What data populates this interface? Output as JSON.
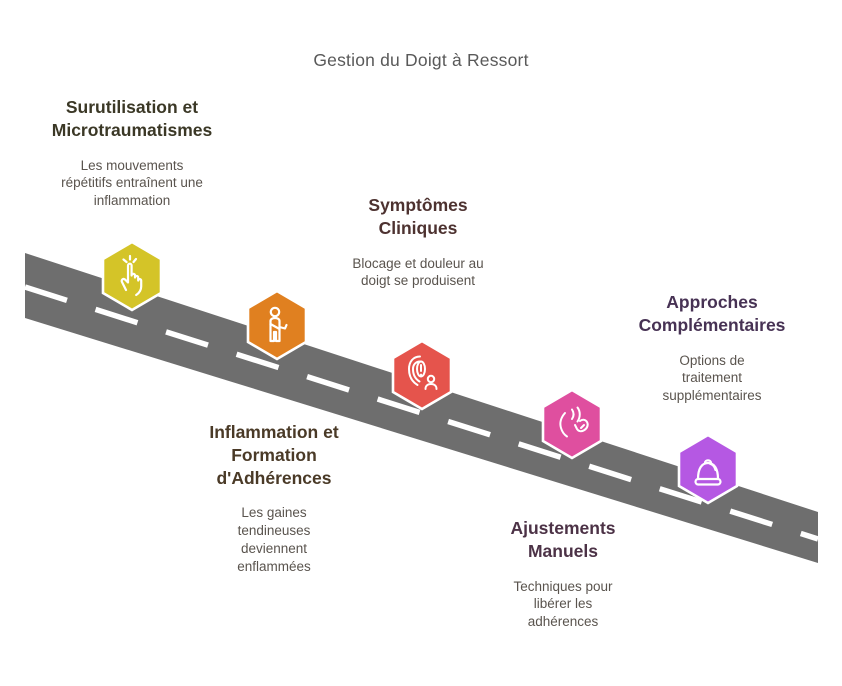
{
  "title": "Gestion du Doigt à Ressort",
  "colors": {
    "title_text": "#595959",
    "body_text": "#5a544e",
    "road": "#6e6e6e",
    "road_line": "#ffffff",
    "hex_outline": "#ffffff"
  },
  "milestones": [
    {
      "name": "Surutilisation et Microtraumatismes",
      "description": "Les mouvements répétitifs entraînent une inflammation",
      "color": "#d4c428",
      "heading_color": "#3b3826",
      "icon": "trigger-finger-icon"
    },
    {
      "name": "Inflammation et Formation d'Adhérences",
      "description": "Les gaines tendineuses deviennent enflammées",
      "color": "#e08020",
      "heading_color": "#4a3a27",
      "icon": "injured-person-icon"
    },
    {
      "name": "Symptômes Cliniques",
      "description": "Blocage et douleur au doigt se produisent",
      "color": "#e5544c",
      "heading_color": "#4d3230",
      "icon": "fingerprint-alert-icon"
    },
    {
      "name": "Ajustements Manuels",
      "description": "Techniques pour libérer les adhérences",
      "color": "#df4f9f",
      "heading_color": "#4c3246",
      "icon": "manual-therapy-hands-icon"
    },
    {
      "name": "Approches Complémentaires",
      "description": "Options de traitement supplémentaires",
      "color": "#b558e3",
      "heading_color": "#473254",
      "icon": "cupping-bell-icon"
    }
  ]
}
